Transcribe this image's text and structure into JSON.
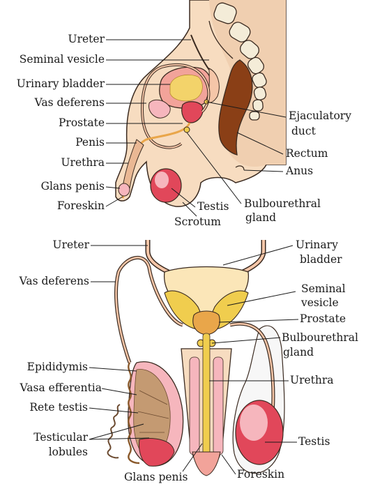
{
  "colors": {
    "skin": "#f7dcc0",
    "skin_dark": "#eab894",
    "outline": "#3a2a20",
    "bladder_wall": "#f2a39a",
    "bladder_fill": "#f3d36a",
    "gland_yellow": "#f0cd4e",
    "gland_orange": "#e9a64a",
    "testis_red": "#e1475a",
    "testis_pink": "#f6b6bd",
    "rectum_brown": "#8a3f16",
    "bone": "#f4ecd8",
    "tube": "#f5c6a8"
  },
  "diagram_a": {
    "labels_left": [
      "Ureter",
      "Seminal vesicle",
      "Urinary bladder",
      "Vas deferens",
      "Prostate",
      "Penis",
      "Urethra",
      "Glans penis",
      "Foreskin"
    ],
    "labels_right": {
      "ejaculatory_1": "Ejaculatory",
      "ejaculatory_2": "duct",
      "rectum": "Rectum",
      "anus": "Anus",
      "bulbo_1": "Bulbourethral",
      "bulbo_2": "gland",
      "testis": "Testis",
      "scrotum": "Scrotum"
    }
  },
  "diagram_b": {
    "labels_left": {
      "ureter": "Ureter",
      "vas": "Vas deferens",
      "epididymis": "Epididymis",
      "vasa": "Vasa efferentia",
      "rete": "Rete testis",
      "lobules_1": "Testicular",
      "lobules_2": "lobules"
    },
    "labels_right": {
      "bladder_1": "Urinary",
      "bladder_2": "bladder",
      "seminal_1": "Seminal",
      "seminal_2": "vesicle",
      "prostate": "Prostate",
      "bulbo_1": "Bulbourethral",
      "bulbo_2": "gland",
      "urethra": "Urethra",
      "testis": "Testis"
    },
    "labels_bottom": {
      "glans": "Glans penis",
      "foreskin": "Foreskin"
    }
  }
}
